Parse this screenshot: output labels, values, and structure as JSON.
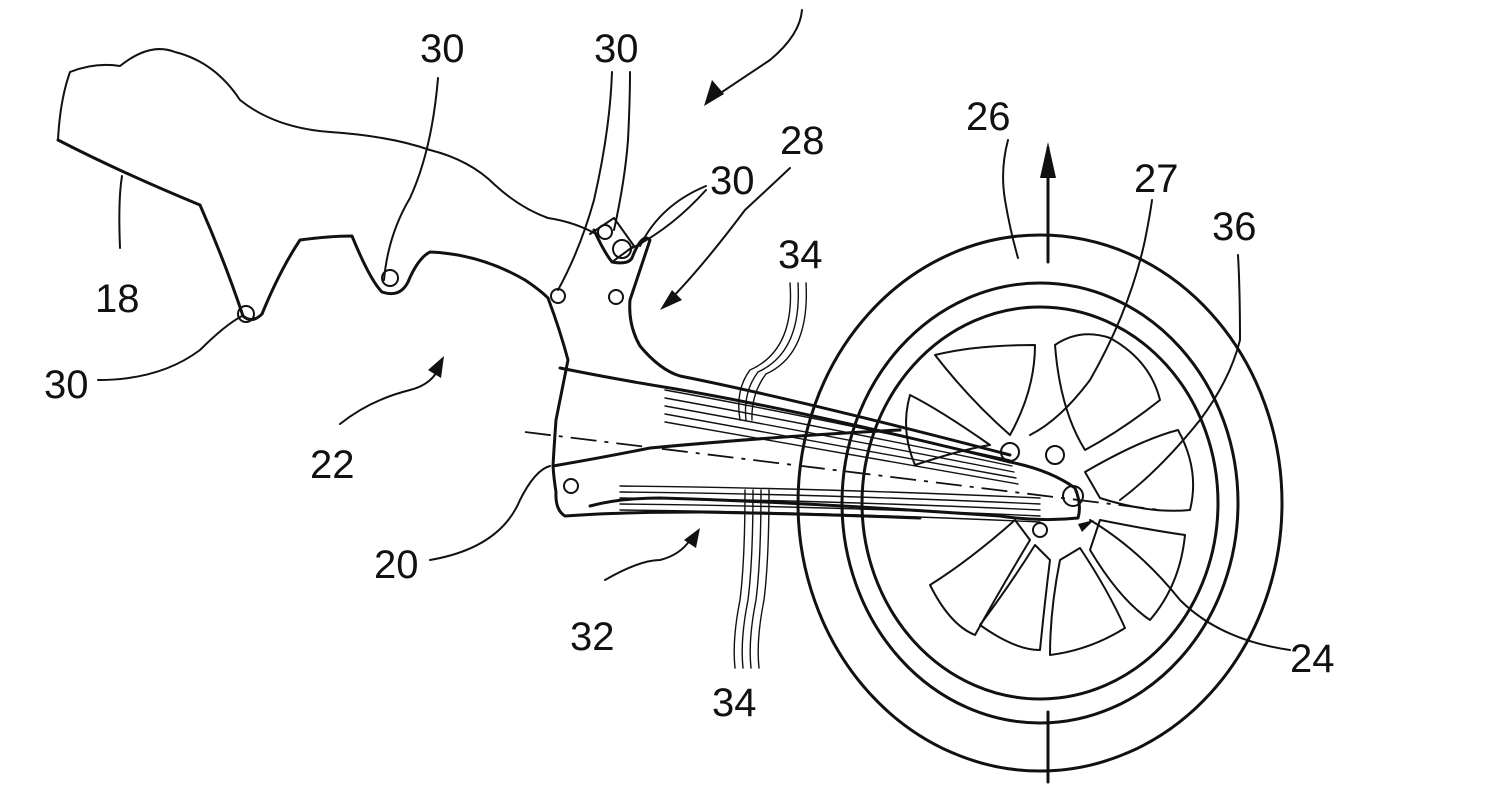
{
  "diagram": {
    "reference_numerals": {
      "r18": "18",
      "r20": "20",
      "r22": "22",
      "r24": "24",
      "r26": "26",
      "r27": "27",
      "r28": "28",
      "r30_a": "30",
      "r30_b": "30",
      "r30_c": "30",
      "r30_d": "30",
      "r32": "32",
      "r34_top": "34",
      "r34_bottom": "34",
      "r36": "36"
    },
    "colors": {
      "ink": "#111111",
      "background": "#ffffff"
    }
  }
}
